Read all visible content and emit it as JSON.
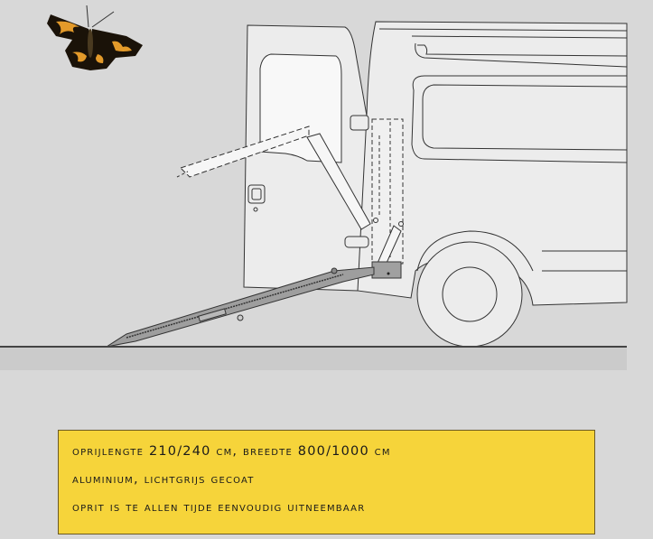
{
  "illustration": {
    "subject": "van with wheelchair ramp",
    "decoration": "butterfly-icon",
    "colors": {
      "background": "#d8d8d8",
      "ground_strip": "#cbcbcb",
      "van_fill": "#ececec",
      "window_fill": "#f8f8f8",
      "ramp_fill": "#9e9e9e",
      "line": "#333333"
    }
  },
  "info_box": {
    "background": "#f6d43a",
    "lines": [
      "OPRIJLENGTE 210/240 CM, BREEDTE 800/1000 CM",
      "ALUMINIUM, LICHTGRIJS GECOAT",
      "OPRIT IS TE ALLEN TIJDE EENVOUDIG UITNEEMBAAR"
    ]
  }
}
